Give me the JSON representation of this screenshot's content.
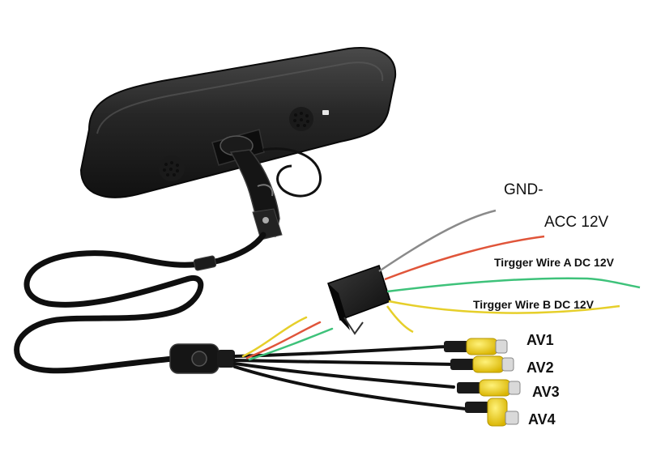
{
  "labels": {
    "gnd": "GND-",
    "acc": "ACC 12V",
    "trigger_a": "Tirgger Wire A DC 12V",
    "trigger_b": "Tirgger Wire B DC 12V",
    "av1": "AV1",
    "av2": "AV2",
    "av3": "AV3",
    "av4": "AV4"
  },
  "colors": {
    "housing": "#1f1f1f",
    "wire_gnd": "#8a8a8a",
    "wire_acc": "#e0553a",
    "wire_trigger_a": "#3ec27a",
    "wire_trigger_b": "#e6cf2a",
    "rca_body": "#f2d21a",
    "rca_metal": "#d9d9d9"
  }
}
